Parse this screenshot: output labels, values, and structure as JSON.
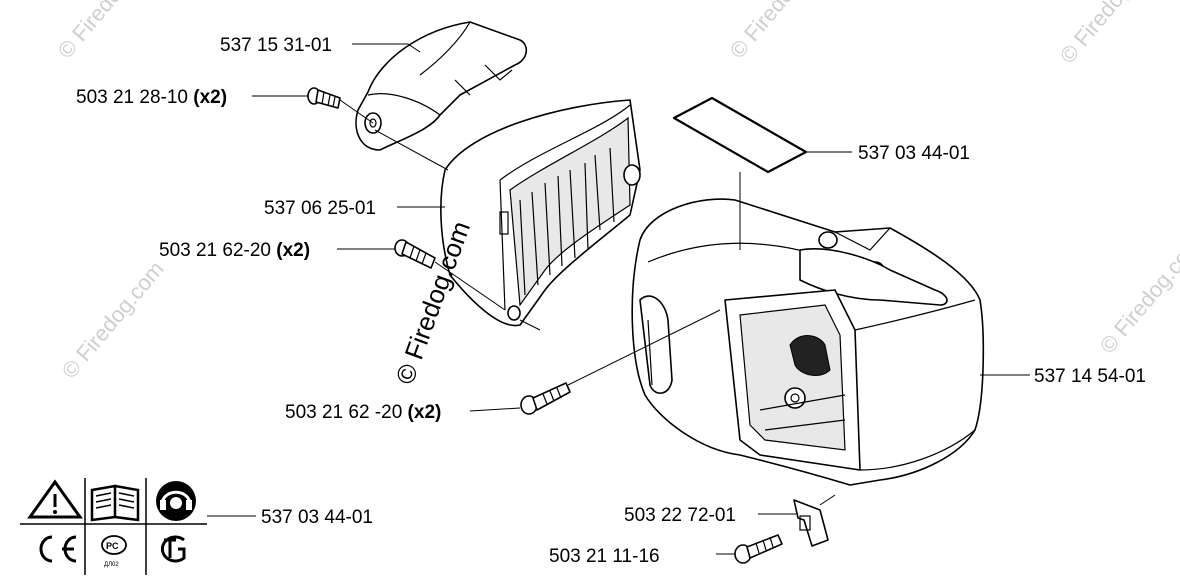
{
  "parts": {
    "top_cover": {
      "number": "537 15 31-01",
      "qty": ""
    },
    "screw_top": {
      "number": "503 21 28-10",
      "qty": "(x2)"
    },
    "decal": {
      "number": "537 03 44-01",
      "qty": ""
    },
    "filter_cover": {
      "number": "537 06 25-01",
      "qty": ""
    },
    "screw_mid": {
      "number": "503 21 62-20",
      "qty": "(x2)"
    },
    "screw_low": {
      "number": "503 21 62 -20",
      "qty": "(x2)"
    },
    "cylinder_cover": {
      "number": "537 14 54-01",
      "qty": ""
    },
    "warning_decal": {
      "number": "537 03 44-01",
      "qty": ""
    },
    "clip": {
      "number": "503 22 72-01",
      "qty": ""
    },
    "bottom_screw": {
      "number": "503 21 11-16",
      "qty": ""
    }
  },
  "watermark": {
    "main": "© Firedog.com",
    "faint": "© Firedog.com"
  },
  "icons": [
    "warning-triangle-icon",
    "manual-book-icon",
    "ear-protection-icon",
    "ce-mark-icon",
    "rst-mark-icon",
    "gost-mark-icon"
  ],
  "rst_label": "ДЛ02"
}
